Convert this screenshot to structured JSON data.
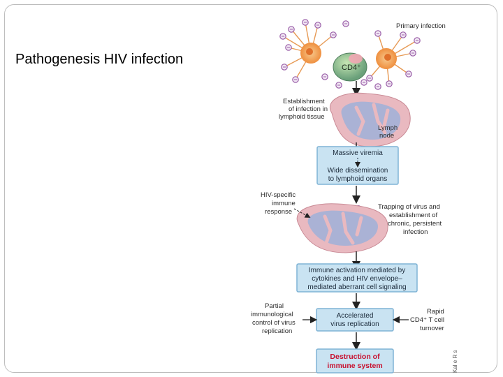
{
  "slide": {
    "title": "Pathogenesis HIV infection"
  },
  "diagram": {
    "primary_infection": "Primary infection",
    "cd4_label": "CD4⁺",
    "establishment": [
      "Establishment",
      "of infection in",
      "lymphoid tissue"
    ],
    "lymph_node": [
      "Lymph",
      "node"
    ],
    "box_viremia": [
      "Massive viremia",
      "Wide dissemination",
      "to lymphoid organs"
    ],
    "hiv_response": [
      "HIV-specific",
      "immune",
      "response"
    ],
    "trapping": [
      "Trapping of virus and",
      "establishment of",
      "chronic, persistent",
      "infection"
    ],
    "box_activation": [
      "Immune activation mediated by",
      "cytokines and HIV envelope–",
      "mediated aberrant cell signaling"
    ],
    "partial_control": [
      "Partial",
      "immunological",
      "control of virus",
      "replication"
    ],
    "box_replication": [
      "Accelerated",
      "virus replication"
    ],
    "rapid_turnover": [
      "Rapid",
      "CD4⁺ T cell",
      "turnover"
    ],
    "box_destruction": [
      "Destruction of",
      "immune system"
    ],
    "watermark": "Kal e R s"
  },
  "colors": {
    "box_fill": "#c9e3f2",
    "box_stroke": "#7fb3d5",
    "dest_text": "#c8102e",
    "node_fill": "#e9b9c0",
    "node_inner": "#9fb0d8",
    "virus": "#9a5fa8",
    "dendritic": "#f3a35a"
  }
}
